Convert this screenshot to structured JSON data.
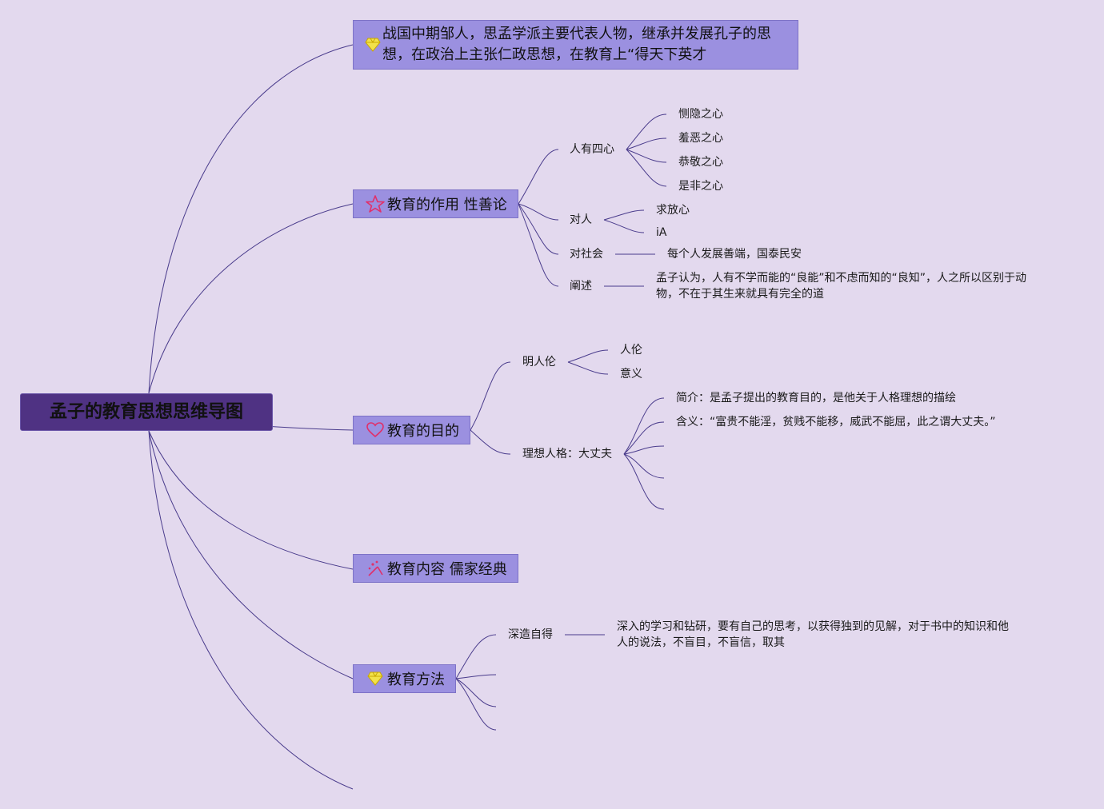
{
  "root": {
    "title": "孟子的教育思想思维导图"
  },
  "intro": {
    "text": "战国中期邹人，思孟学派主要代表人物，继承并发展孔子的思想，在政治上主张仁政思想，在教育上“得天下英才",
    "icon": "diamond-icon"
  },
  "role": {
    "title": "教育的作用 性善论",
    "icon": "star-icon",
    "four_hearts": {
      "label": "人有四心",
      "items": [
        "恻隐之心",
        "羞恶之心",
        "恭敬之心",
        "是非之心"
      ]
    },
    "to_person": {
      "label": "对人",
      "items": [
        "求放心",
        "iA"
      ]
    },
    "to_society": {
      "label": "对社会",
      "text": "每个人发展善端，国泰民安"
    },
    "explain": {
      "label": "阐述",
      "text": "孟子认为，人有不学而能的“良能”和不虑而知的“良知”，人之所以区别于动物，不在于其生来就具有完全的道"
    }
  },
  "purpose": {
    "title": "教育的目的",
    "icon": "heart-icon",
    "ethics": {
      "label": "明人伦",
      "items": [
        "人伦",
        "意义"
      ]
    },
    "ideal": {
      "label": "理想人格：大丈夫",
      "intro": "简介：是孟子提出的教育目的，是他关于人格理想的描绘",
      "meaning": "含义：“富贵不能淫，贫贱不能移，威武不能屈，此之谓大丈夫。”"
    }
  },
  "content": {
    "title": "教育内容 儒家经典",
    "icon": "sparkle-icon"
  },
  "method": {
    "title": "教育方法",
    "icon": "diamond-icon",
    "deep": {
      "label": "深造自得",
      "text": "深入的学习和钻研，要有自己的思考，以获得独到的见解，对于书中的知识和他人的说法，不盲目，不盲信，取其"
    }
  },
  "colors": {
    "background": "#e3d9ee",
    "root": "#4f3283",
    "topic": "#9b90e0",
    "line": "#4a3c8c",
    "icon_accent": "#e0306a",
    "diamond": "#f2e24a"
  }
}
